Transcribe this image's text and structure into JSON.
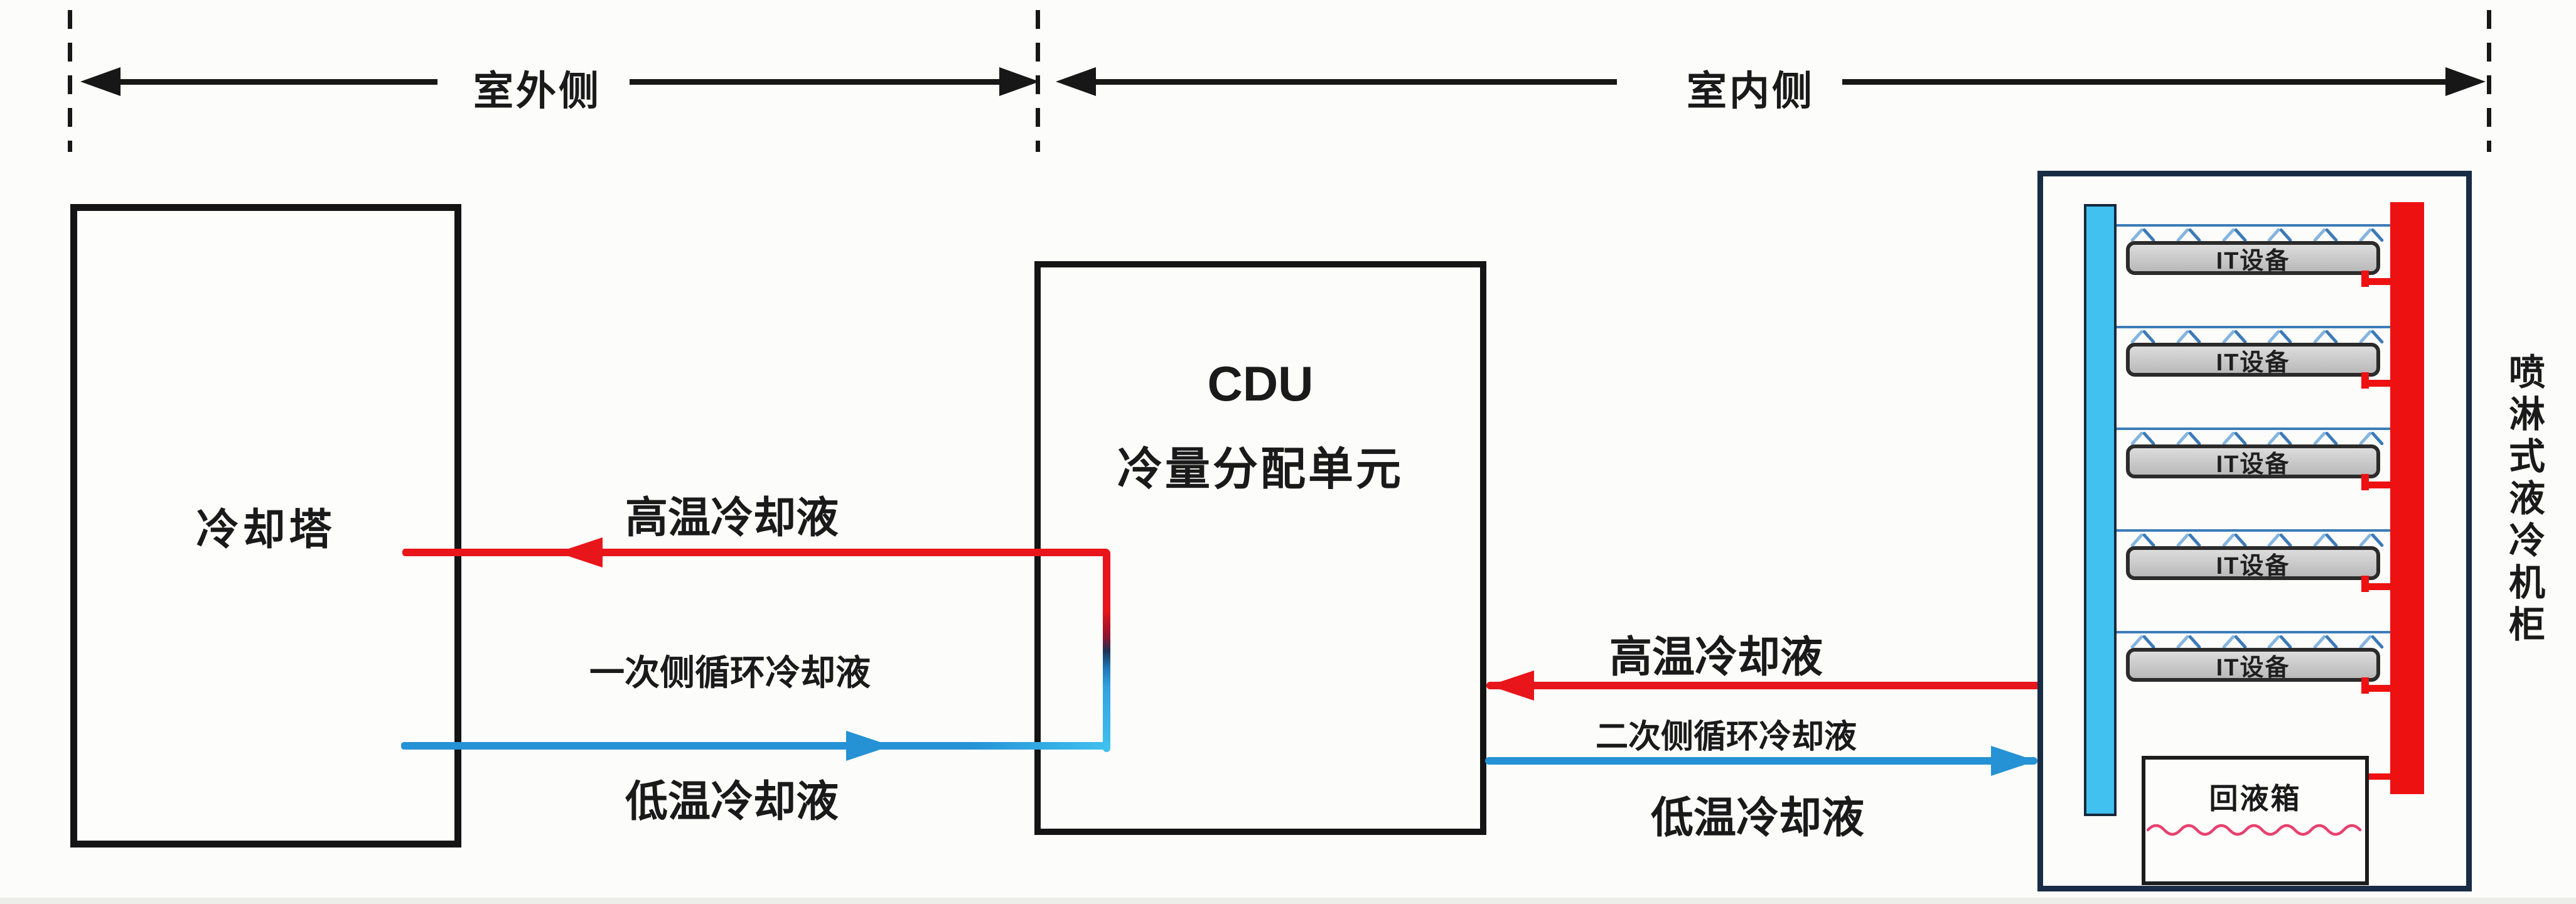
{
  "zones": {
    "outdoor_label": "室外侧",
    "indoor_label": "室内侧"
  },
  "cooling_tower": {
    "label": "冷却塔"
  },
  "cdu": {
    "title": "CDU",
    "subtitle": "冷量分配单元"
  },
  "primary_loop": {
    "hot_label": "高温冷却液",
    "loop_label": "一次侧循环冷却液",
    "cold_label": "低温冷却液"
  },
  "secondary_loop": {
    "hot_label": "高温冷却液",
    "loop_label": "二次侧循环冷却液",
    "cold_label": "低温冷却液"
  },
  "cabinet": {
    "title": "喷淋式液冷机柜",
    "servers": [
      "IT设备",
      "IT设备",
      "IT设备",
      "IT设备",
      "IT设备"
    ],
    "tank_label": "回液箱"
  },
  "colors": {
    "hot": "#e8151b",
    "hot-bar": "#ee1111",
    "cold": "#2492d4",
    "cold-bright": "#41c1f0",
    "cabinet-border": "#182c45",
    "wave": "#e8406e"
  }
}
